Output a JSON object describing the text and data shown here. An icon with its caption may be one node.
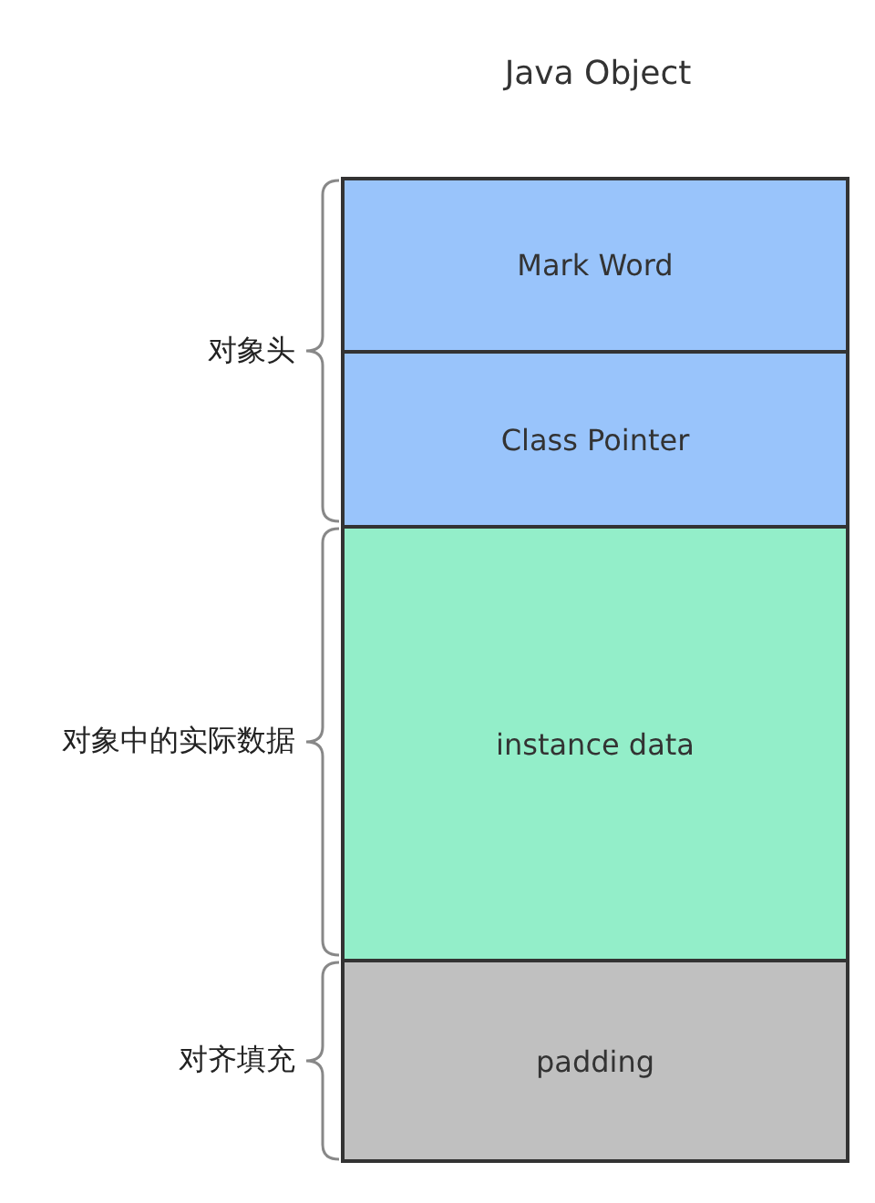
{
  "diagram": {
    "title": "Java Object",
    "nodes": [
      {
        "text": [
          "Mark Word"
        ]
      },
      {
        "text": [
          "Class Pointer"
        ]
      },
      {
        "text": [
          "instance data"
        ]
      },
      {
        "text": [
          "padding"
        ]
      }
    ],
    "labels": [
      "对象头",
      "对象中的实际数据",
      "对齐填充"
    ]
  }
}
